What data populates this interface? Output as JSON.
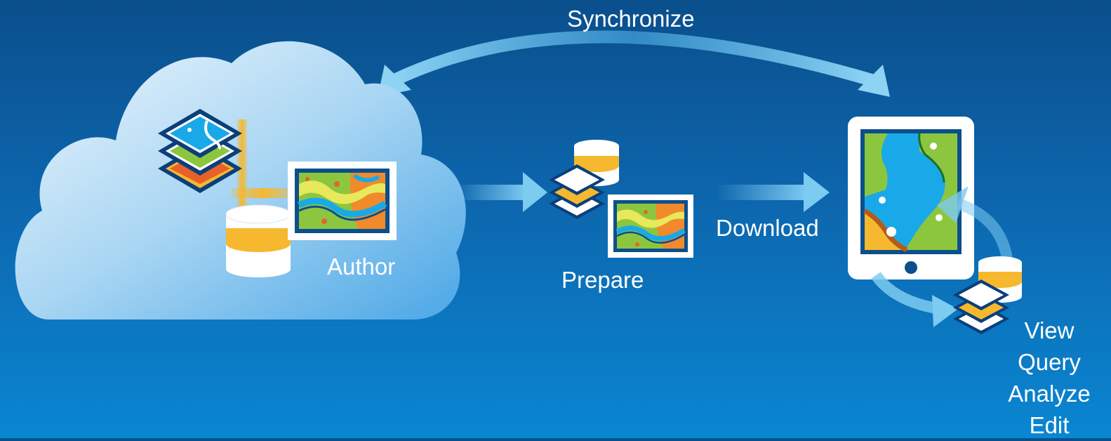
{
  "labels": {
    "synchronize": "Synchronize",
    "author": "Author",
    "prepare": "Prepare",
    "download": "Download"
  },
  "device_actions": [
    "View",
    "Query",
    "Analyze",
    "Edit"
  ],
  "icons": {
    "cloud": "cloud-icon",
    "map_layers": "map-layers-icon",
    "database": "database-icon",
    "map_image": "map-image-icon",
    "tablet": "tablet-icon"
  },
  "colors": {
    "background_top": "#0a4f8c",
    "background_bottom": "#0a86d2",
    "arrow": "#7ccbf0",
    "accent_yellow": "#f5b82e",
    "map_blue": "#1aa9e8",
    "map_green": "#8cc63f"
  }
}
